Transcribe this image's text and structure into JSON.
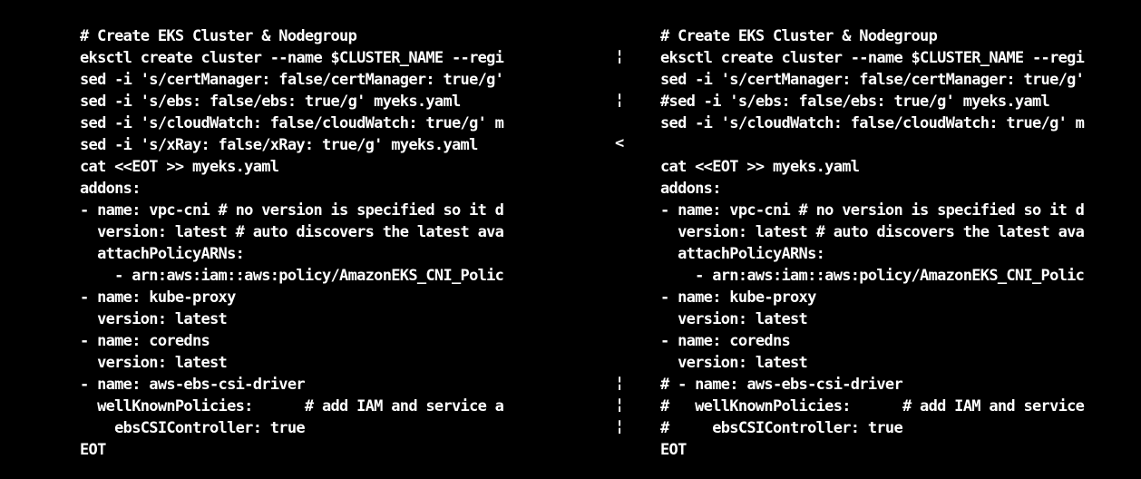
{
  "left_pane": {
    "lines": [
      "# Create EKS Cluster & Nodegroup",
      "eksctl create cluster --name $CLUSTER_NAME --regi",
      "sed -i 's/certManager: false/certManager: true/g'",
      "sed -i 's/ebs: false/ebs: true/g' myeks.yaml",
      "sed -i 's/cloudWatch: false/cloudWatch: true/g' m",
      "sed -i 's/xRay: false/xRay: true/g' myeks.yaml",
      "cat <<EOT >> myeks.yaml",
      "addons:",
      "- name: vpc-cni # no version is specified so it d",
      "  version: latest # auto discovers the latest ava",
      "  attachPolicyARNs:",
      "    - arn:aws:iam::aws:policy/AmazonEKS_CNI_Polic",
      "- name: kube-proxy",
      "  version: latest",
      "- name: coredns",
      "  version: latest",
      "- name: aws-ebs-csi-driver",
      "  wellKnownPolicies:      # add IAM and service a",
      "    ebsCSIController: true",
      "EOT"
    ],
    "gutter_marks": [
      "",
      "¦",
      "",
      "¦",
      "",
      "<",
      "",
      "",
      "",
      "",
      "",
      "",
      "",
      "",
      "",
      "",
      "¦",
      "¦",
      "¦",
      ""
    ]
  },
  "right_pane": {
    "lines": [
      "# Create EKS Cluster & Nodegroup",
      "eksctl create cluster --name $CLUSTER_NAME --regi",
      "sed -i 's/certManager: false/certManager: true/g'",
      "#sed -i 's/ebs: false/ebs: true/g' myeks.yaml",
      "sed -i 's/cloudWatch: false/cloudWatch: true/g' m",
      "",
      "cat <<EOT >> myeks.yaml",
      "addons:",
      "- name: vpc-cni # no version is specified so it d",
      "  version: latest # auto discovers the latest ava",
      "  attachPolicyARNs:",
      "    - arn:aws:iam::aws:policy/AmazonEKS_CNI_Polic",
      "- name: kube-proxy",
      "  version: latest",
      "- name: coredns",
      "  version: latest",
      "# - name: aws-ebs-csi-driver",
      "#   wellKnownPolicies:      # add IAM and service",
      "#     ebsCSIController: true",
      "EOT"
    ]
  }
}
